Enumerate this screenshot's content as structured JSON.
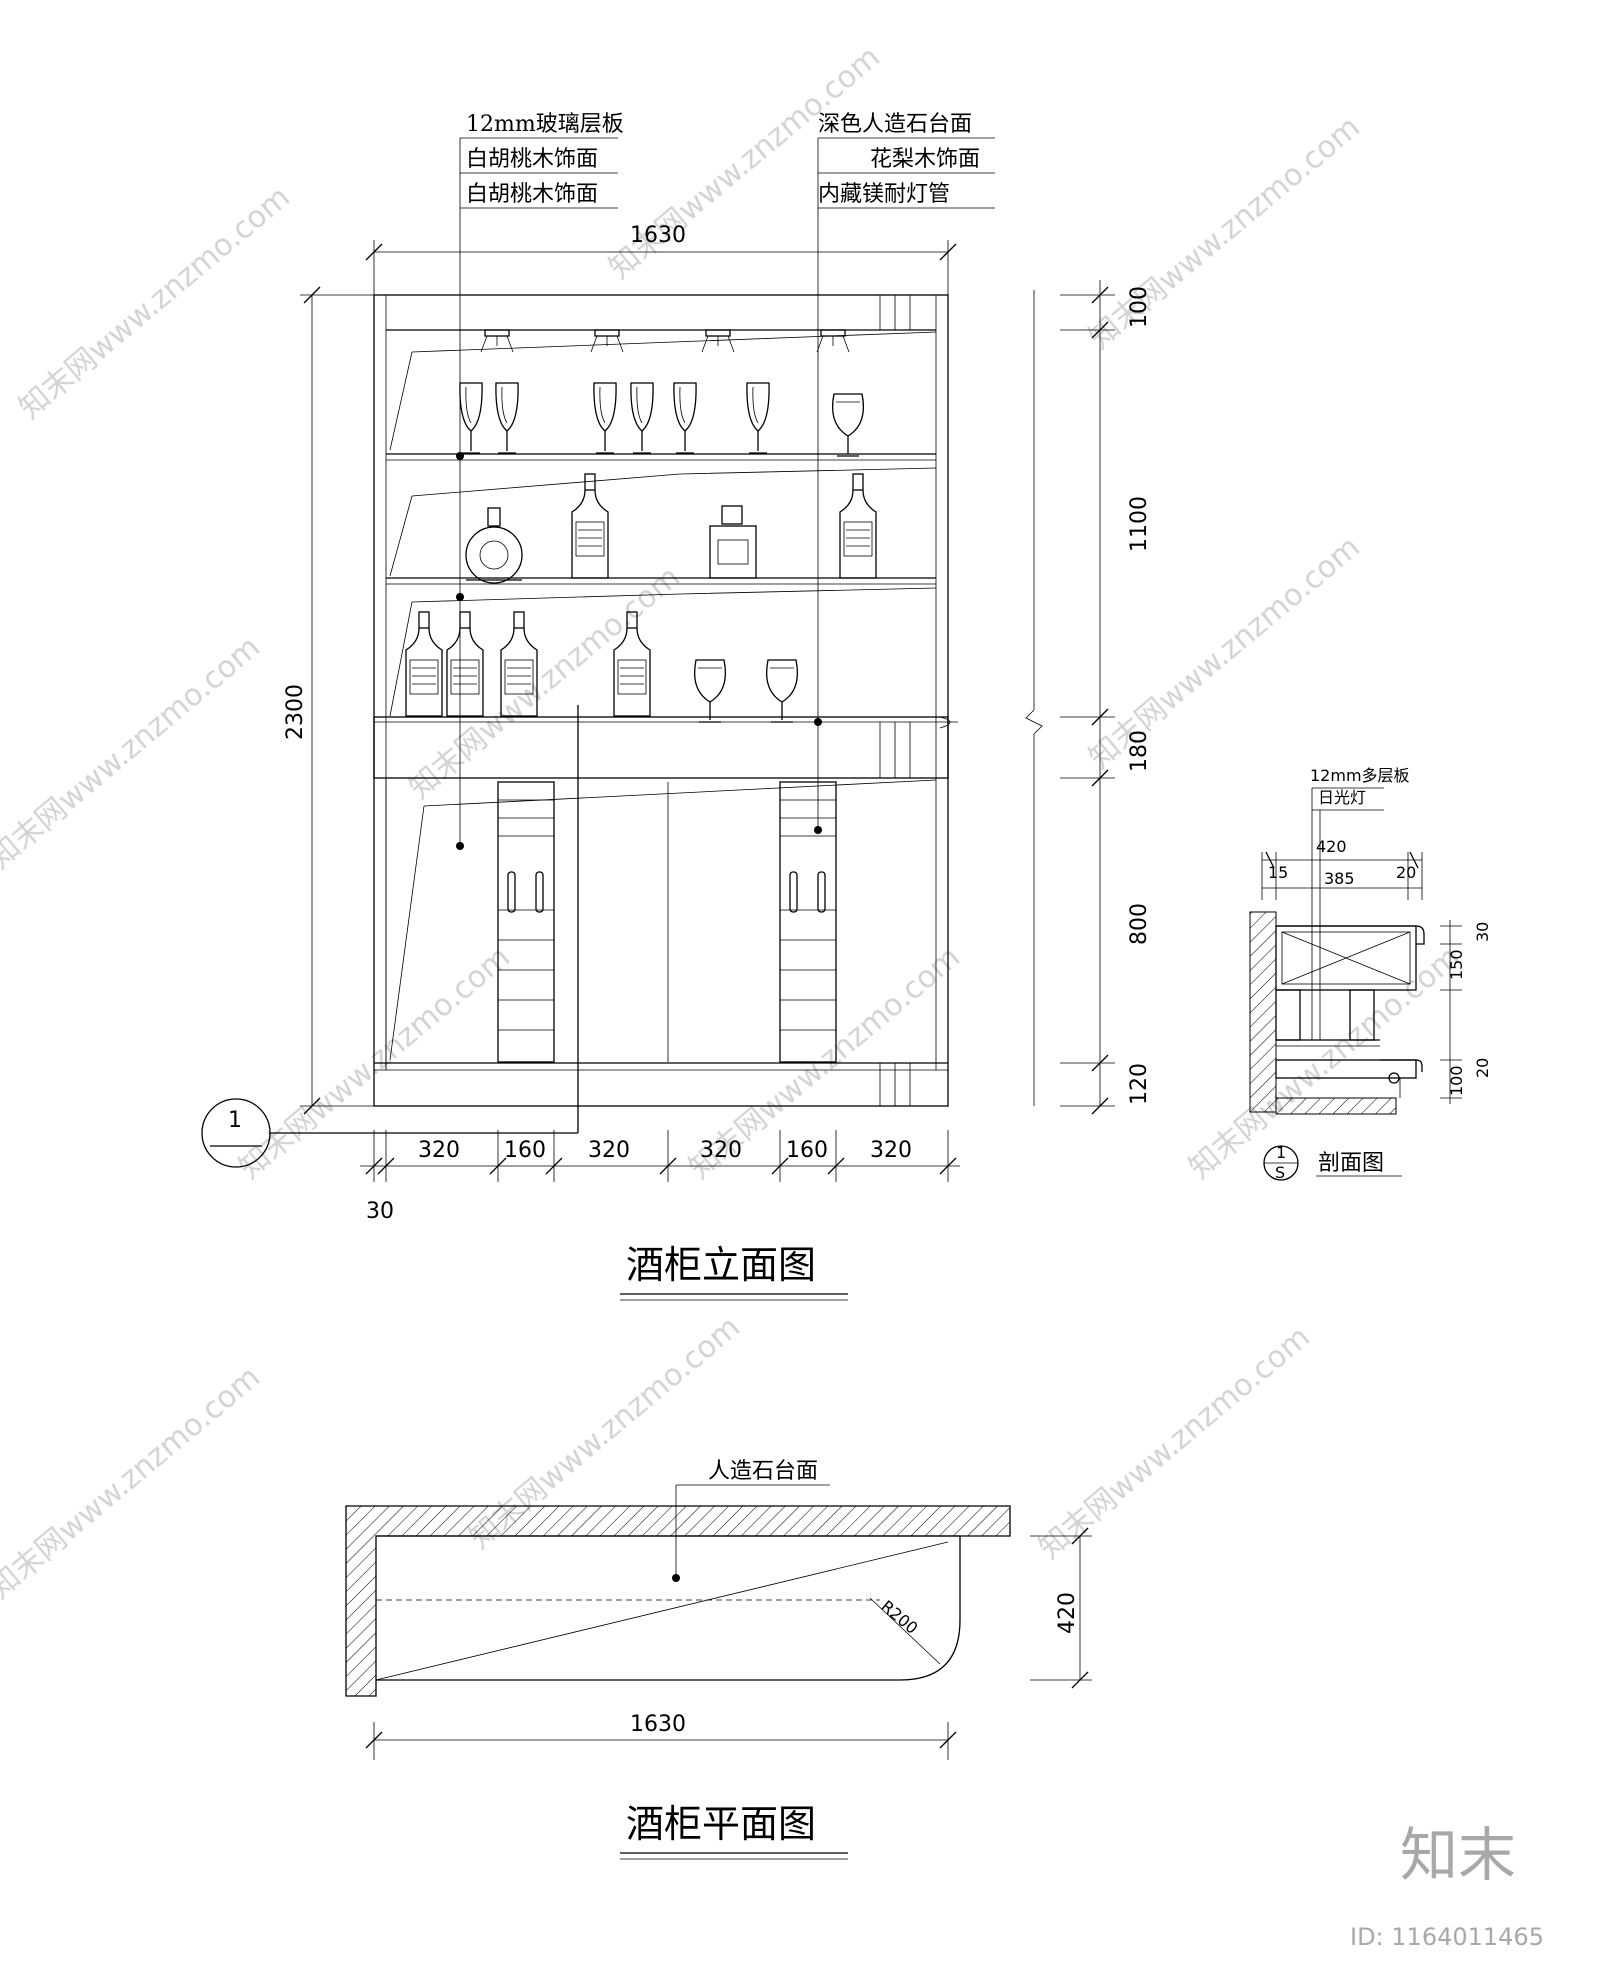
{
  "elevation": {
    "title": "酒柜立面图",
    "labels_left": [
      "12mm玻璃层板",
      "白胡桃木饰面",
      "白胡桃木饰面"
    ],
    "labels_right": [
      "深色人造石台面",
      "花梨木饰面",
      "内藏镁耐灯管"
    ],
    "dim_top": "1630",
    "dim_height": "2300",
    "dims_right": [
      "100",
      "1100",
      "180",
      "800",
      "120"
    ],
    "dims_bottom": [
      "320",
      "160",
      "320",
      "320",
      "160",
      "320"
    ],
    "dim_offset": "30",
    "section_marker": "1"
  },
  "section": {
    "title": "剖面图",
    "label_1": "12mm多层板",
    "label_2": "日光灯",
    "dim_total": "420",
    "dims_top": [
      "15",
      "385",
      "20"
    ],
    "dims_right": [
      "30",
      "150",
      "20",
      "100"
    ],
    "marker_top": "1",
    "marker_bottom": "S"
  },
  "plan": {
    "title": "酒柜平面图",
    "label": "人造石台面",
    "dim_width": "1630",
    "dim_depth": "420",
    "radius": "R200"
  },
  "watermark": {
    "text": "知末网www.znzmo.com",
    "brand": "知末",
    "id": "ID: 1164011465"
  }
}
